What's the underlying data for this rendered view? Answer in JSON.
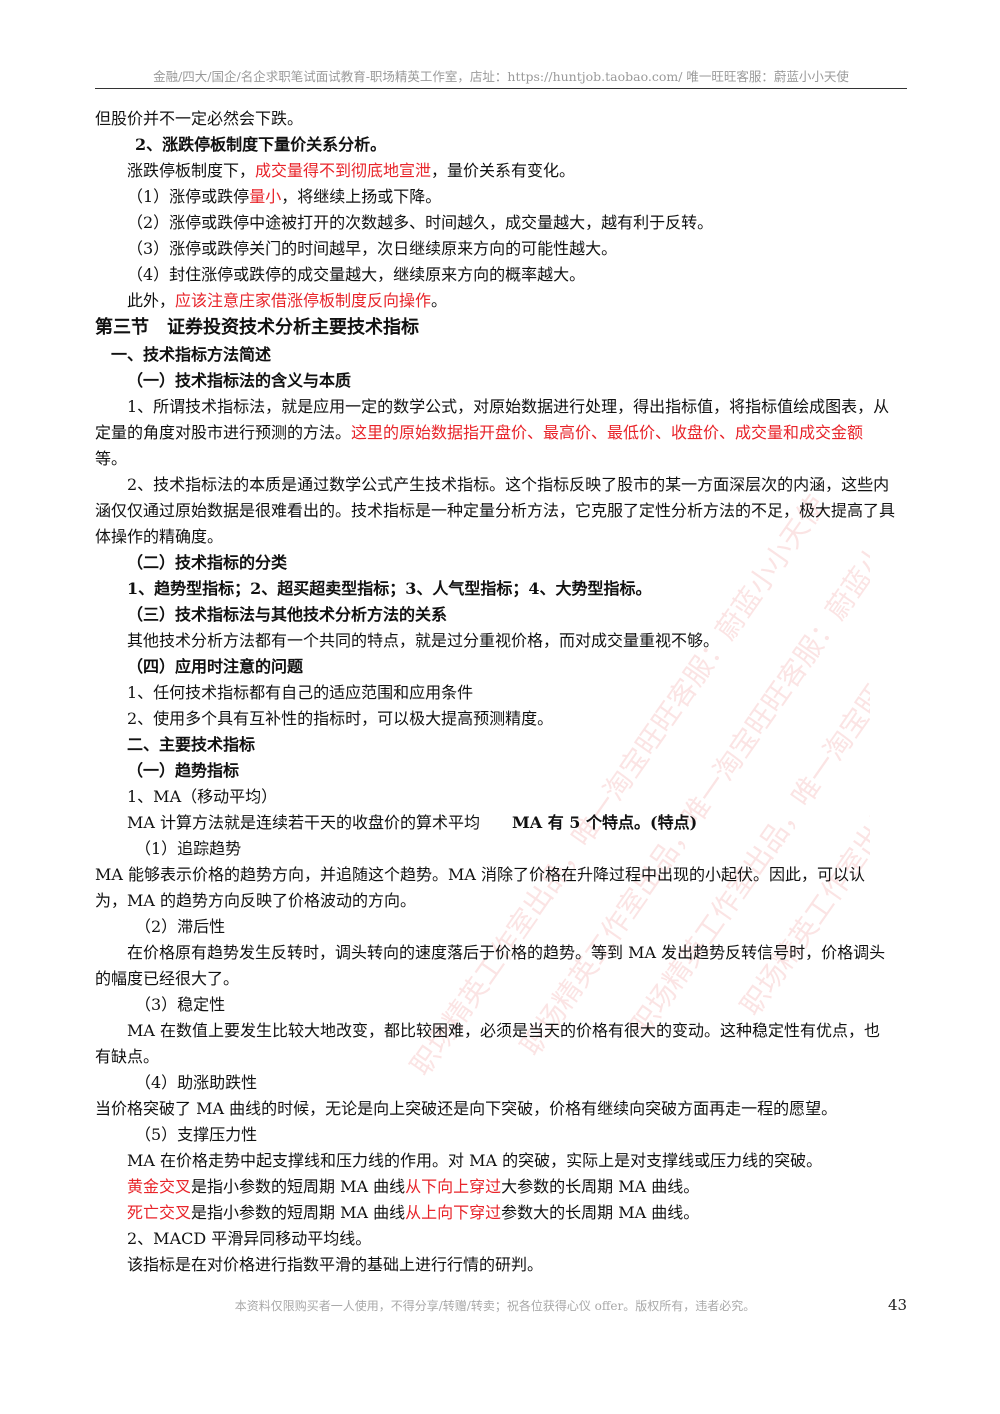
{
  "header": {
    "text": "金融/四大/国企/名企求职笔试面试教育-职场精英工作室，店址：https://huntjob.taobao.com/ 唯一旺旺客服：蔚蓝小小天使"
  },
  "lines": {
    "l1": "但股价并不一定必然会下跌。",
    "l2": "2、涨跌停板制度下量价关系分析。",
    "l3a": "涨跌停板制度下，",
    "l3b": "成交量得不到彻底地宣泄",
    "l3c": "，量价关系有变化。",
    "l4a": "（1）涨停或跌停",
    "l4b": "量小",
    "l4c": "，将继续上扬或下降。",
    "l5": "（2）涨停或跌停中途被打开的次数越多、时间越久，成交量越大，越有利于反转。",
    "l6": "（3）涨停或跌停关门的时间越早，次日继续原来方向的可能性越大。",
    "l7": "（4）封住涨停或跌停的成交量越大，继续原来方向的概率越大。",
    "l8a": "此外，",
    "l8b": "应该注意庄家借涨停板制度反向操作",
    "l8c": "。",
    "s1": "第三节　证券投资技术分析主要技术指标",
    "h1": "一、技术指标方法简述",
    "h2": "（一）技术指标法的含义与本质",
    "p1a": "1、所谓技术指标法，就是应用一定的数学公式，对原始数据进行处理，得出指标值，将指标值绘成图表，从定量的角度对股市进行预测的方法。",
    "p1b": "这里的原始数据指开盘价、最高价、最低价、收盘价、成交量和成交金额",
    "p1c": "等。",
    "p2": "2、技术指标法的本质是通过数学公式产生技术指标。这个指标反映了股市的某一方面深层次的内涵，这些内涵仅仅通过原始数据是很难看出的。技术指标是一种定量分析方法，它克服了定性分析方法的不足，极大提高了具体操作的精确度。",
    "h3": "（二）技术指标的分类",
    "h3b": "1、趋势型指标；2、超买超卖型指标；3、人气型指标；4、大势型指标。",
    "h4": "（三）技术指标法与其他技术分析方法的关系",
    "p3": "其他技术分析方法都有一个共同的特点，就是过分重视价格，而对成交量重视不够。",
    "h5": "（四）应用时注意的问题",
    "p4": "1、任何技术指标都有自己的适应范围和应用条件",
    "p5": "2、使用多个具有互补性的指标时，可以极大提高预测精度。",
    "h6": "二、主要技术指标",
    "h7": "（一）趋势指标",
    "p6": "1、MA（移动平均）",
    "p7a": "MA 计算方法就是连续若干天的收盘价的算术平均　　",
    "p7b": "MA 有 5 个特点。(特点)",
    "p8": "（1）追踪趋势",
    "p9": "MA 能够表示价格的趋势方向，并追随这个趋势。MA 消除了价格在升降过程中出现的小起伏。因此，可以认为，MA 的趋势方向反映了价格波动的方向。",
    "p10": "（2）滞后性",
    "p11": "在价格原有趋势发生反转时，调头转向的速度落后于价格的趋势。等到 MA 发出趋势反转信号时，价格调头的幅度已经很大了。",
    "p12": "（3）稳定性",
    "p13": "MA 在数值上要发生比较大地改变，都比较困难，必须是当天的价格有很大的变动。这种稳定性有优点，也有缺点。",
    "p14": "（4）助涨助跌性",
    "p15": "当价格突破了 MA 曲线的时候，无论是向上突破还是向下突破，价格有继续向突破方面再走一程的愿望。",
    "p16": "（5）支撑压力性",
    "p17": "MA 在价格走势中起支撑线和压力线的作用。对 MA 的突破，实际上是对支撑线或压力线的突破。",
    "p18a": "黄金交叉",
    "p18b": "是指小参数的短周期 MA 曲线",
    "p18c": "从下向上穿过",
    "p18d": "大参数的长周期 MA 曲线。",
    "p19a": "死亡交叉",
    "p19b": "是指小参数的短周期 MA 曲线",
    "p19c": "从上向下穿过",
    "p19d": "参数大的长周期 MA 曲线。",
    "p20": "2、MACD 平滑异同移动平均线。",
    "p21": "该指标是在对价格进行指数平滑的基础上进行行情的研判。"
  },
  "footer": {
    "text": "本资料仅限购买者一人使用，不得分享/转赠/转卖；祝各位获得心仪 offer。版权所有，违者必究。",
    "page_number": "43"
  },
  "watermark": {
    "text1": "职场精英工作室出品，唯一淘宝旺旺客服：蔚蓝小小天使",
    "text2": "职场精英工作室出品，唯一淘宝旺旺客服：蔚蓝小小天使",
    "text3": "职场精英工作室出品，唯一淘宝旺旺客服：蔚蓝小小天使",
    "text4": "职场精英工作室出品，唯一淘宝旺旺客服：蔚蓝小小天使"
  }
}
